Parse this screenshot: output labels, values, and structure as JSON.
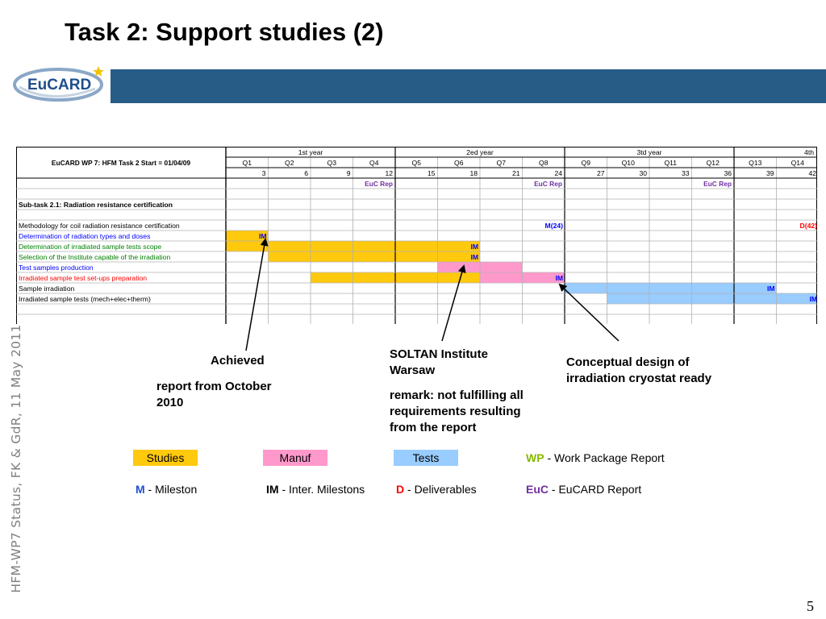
{
  "slide": {
    "title": "Task 2: Support studies (2)",
    "side_label": "HFM-WP7 Status, FK & GdR, 11 May 2011",
    "page_number": "5",
    "logo_text": "EuCARD",
    "colors": {
      "banner": "#275c87",
      "studies": "#ffc90e",
      "manuf": "#ff99cc",
      "tests": "#99ccff"
    }
  },
  "gantt": {
    "header_label": "EuCARD WP 7: HFM Task 2   Start = 01/04/09",
    "years": [
      "1st year",
      "2ed year",
      "3td year",
      "4th"
    ],
    "quarters": [
      "Q1",
      "Q2",
      "Q3",
      "Q4",
      "Q5",
      "Q6",
      "Q7",
      "Q8",
      "Q9",
      "Q10",
      "Q11",
      "Q12",
      "Q13",
      "Q14"
    ],
    "months": [
      "3",
      "6",
      "9",
      "12",
      "15",
      "18",
      "21",
      "24",
      "27",
      "30",
      "33",
      "36",
      "39",
      "42"
    ],
    "euc_reps": [
      {
        "quarter": 4,
        "label": "EuC Rep"
      },
      {
        "quarter": 8,
        "label": "EuC Rep"
      },
      {
        "quarter": 12,
        "label": "EuC Rep"
      }
    ],
    "subtask": "Sub-task 2.1: Radiation resistance certification",
    "tasks": [
      {
        "label": "Methodology for coil radiation resistance certification",
        "label_color": "#000000",
        "bars": [],
        "milestones": [
          {
            "quarter": 8,
            "label": "M(24)",
            "color": "#0000ff"
          },
          {
            "quarter": 14,
            "label": "D(42)",
            "color": "#ff0000"
          }
        ]
      },
      {
        "label": "Determination of radiation types and doses",
        "label_color": "#0000ff",
        "bars": [
          {
            "start": 1,
            "end": 1,
            "kind": "studies"
          }
        ],
        "milestones": [
          {
            "quarter": 1,
            "label": "IM",
            "color": "#0000ff"
          }
        ]
      },
      {
        "label": "Determination of irradiated sample tests scope",
        "label_color": "#008000",
        "bars": [
          {
            "start": 1,
            "end": 6,
            "kind": "studies"
          }
        ],
        "milestones": [
          {
            "quarter": 6,
            "label": "IM",
            "color": "#0000ff"
          }
        ]
      },
      {
        "label": "Selection of  the Institute capable of the irradiation",
        "label_color": "#008000",
        "bars": [
          {
            "start": 2,
            "end": 6,
            "kind": "studies"
          }
        ],
        "milestones": [
          {
            "quarter": 6,
            "label": "IM",
            "color": "#0000ff"
          }
        ]
      },
      {
        "label": "Test samples production",
        "label_color": "#0000ff",
        "bars": [
          {
            "start": 6,
            "end": 7,
            "kind": "manuf"
          }
        ],
        "milestones": []
      },
      {
        "label": "Irradiated sample test set-ups preparation",
        "label_color": "#ff0000",
        "bars": [
          {
            "start": 3,
            "end": 6,
            "kind": "studies"
          },
          {
            "start": 7,
            "end": 8,
            "kind": "manuf"
          }
        ],
        "milestones": [
          {
            "quarter": 8,
            "label": "IM",
            "color": "#0000ff"
          }
        ]
      },
      {
        "label": "Sample irradiation",
        "label_color": "#000000",
        "bars": [
          {
            "start": 9,
            "end": 13,
            "kind": "tests"
          }
        ],
        "milestones": [
          {
            "quarter": 13,
            "label": "IM",
            "color": "#0000ff"
          }
        ]
      },
      {
        "label": "Irradiated sample tests (mech+elec+therm)",
        "label_color": "#000000",
        "bars": [
          {
            "start": 10,
            "end": 14,
            "kind": "tests"
          }
        ],
        "milestones": [
          {
            "quarter": 14,
            "label": "IM",
            "color": "#0000ff"
          }
        ]
      }
    ]
  },
  "annotations": {
    "achieved": "Achieved",
    "report": "report from October 2010",
    "soltan": "SOLTAN Institute Warsaw",
    "remark": "remark: not fulfilling all requirements resulting from the report",
    "conceptual": "Conceptual design of irradiation cryostat ready"
  },
  "legend": {
    "studies": "Studies",
    "manuf": "Manuf",
    "tests": "Tests",
    "wp_key": "WP",
    "wp_text": " - Work Package Report",
    "m_key": "M",
    "m_text": " - Mileston",
    "im_key": "IM",
    "im_text": " - Inter. Milestons",
    "d_key": "D",
    "d_text": " - Deliverables",
    "euc_key": "EuC",
    "euc_text": " - EuCARD Report"
  }
}
